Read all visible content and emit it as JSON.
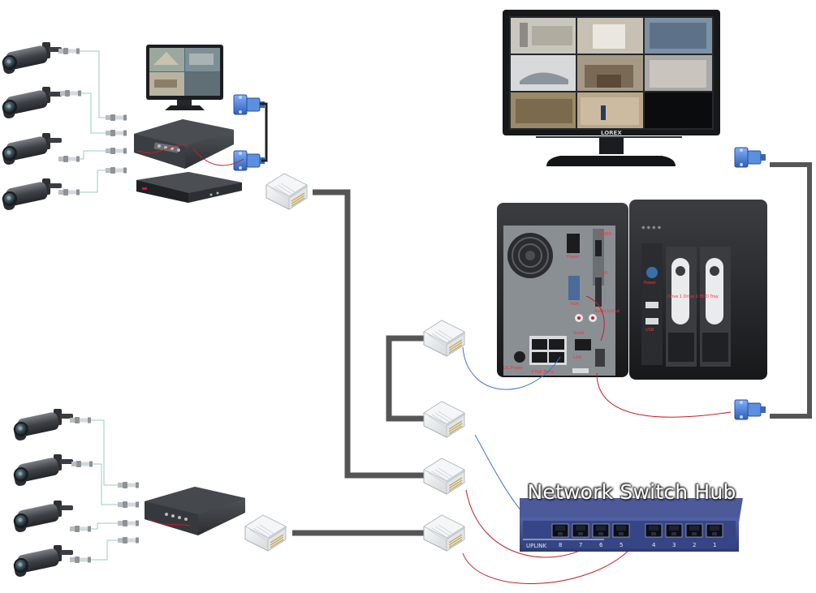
{
  "diagram": {
    "switch_label": "Network Switch Hub",
    "monitor_brand": "LOREX",
    "switch_uplink_label": "UPLINK",
    "switch_ports": [
      "8",
      "7",
      "6",
      "5",
      "4",
      "3",
      "2",
      "1"
    ],
    "nvr_labels": {
      "power": "Power",
      "esata": "E-SATA",
      "vga": "VGA",
      "usb": "USB",
      "audio": "Audio In/Out",
      "lan": "LAN",
      "poe": "4 PoE Ports",
      "dc": "DC Power",
      "reset": "Reset",
      "front_power": "Power",
      "front_usb": "USB",
      "bays": "Drive 1  Drive 2  HDD Tray"
    },
    "colors": {
      "cable_gray": "#555555",
      "coax_line": "#9fc9c0",
      "red_link": "#c0202a",
      "blue_link": "#3a78c8",
      "vga_blue": "#4a7fd0",
      "switch_body": "#3f4f8f"
    }
  }
}
